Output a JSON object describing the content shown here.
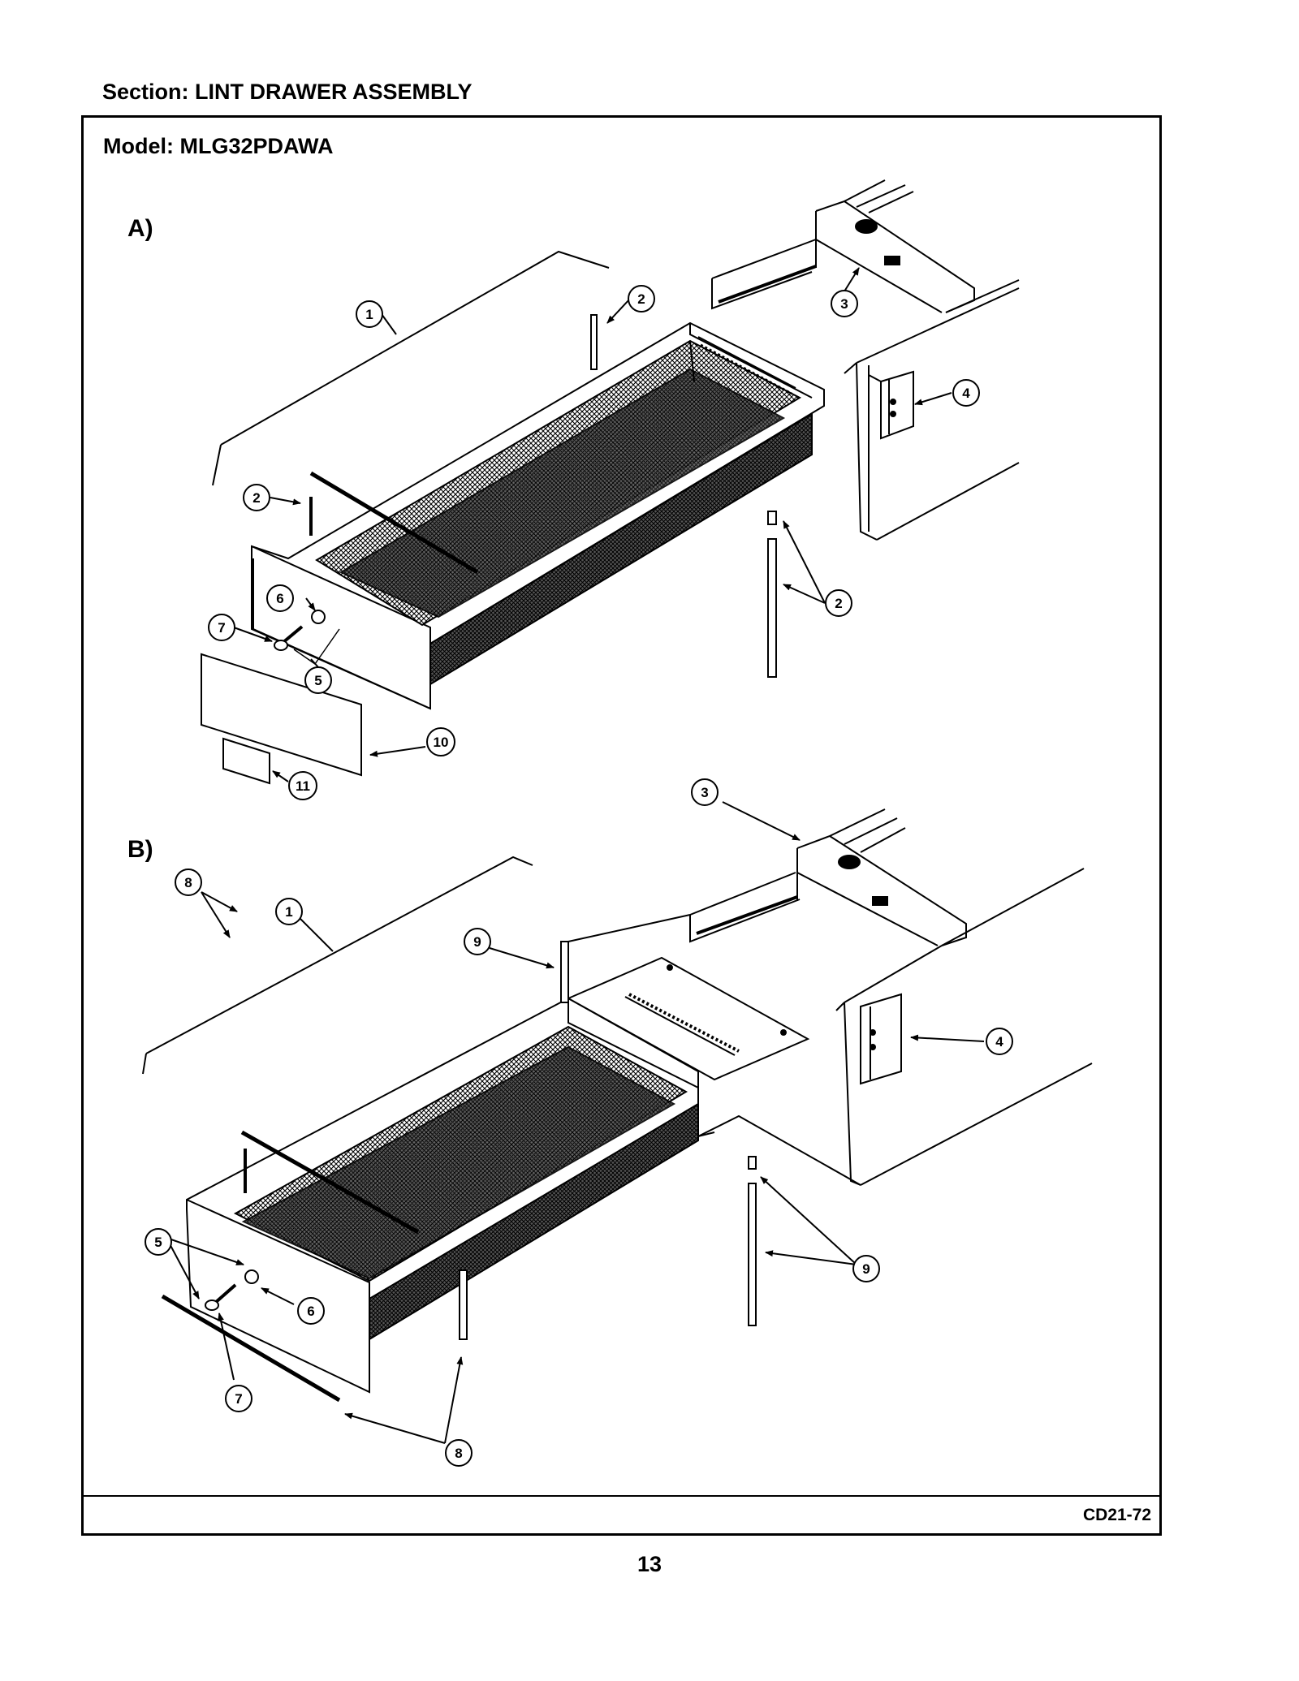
{
  "header": {
    "section": "Section:  LINT DRAWER ASSEMBLY",
    "model": "Model:  MLG32PDAWA"
  },
  "views": [
    {
      "label": "A)",
      "callouts": [
        "1",
        "2",
        "2",
        "2",
        "3",
        "4",
        "5",
        "6",
        "7",
        "10",
        "11"
      ]
    },
    {
      "label": "B)",
      "callouts": [
        "1",
        "3",
        "4",
        "5",
        "6",
        "7",
        "8",
        "8",
        "9",
        "9"
      ]
    }
  ],
  "footer": {
    "drawing_code": "CD21-72",
    "page_number": "13"
  }
}
